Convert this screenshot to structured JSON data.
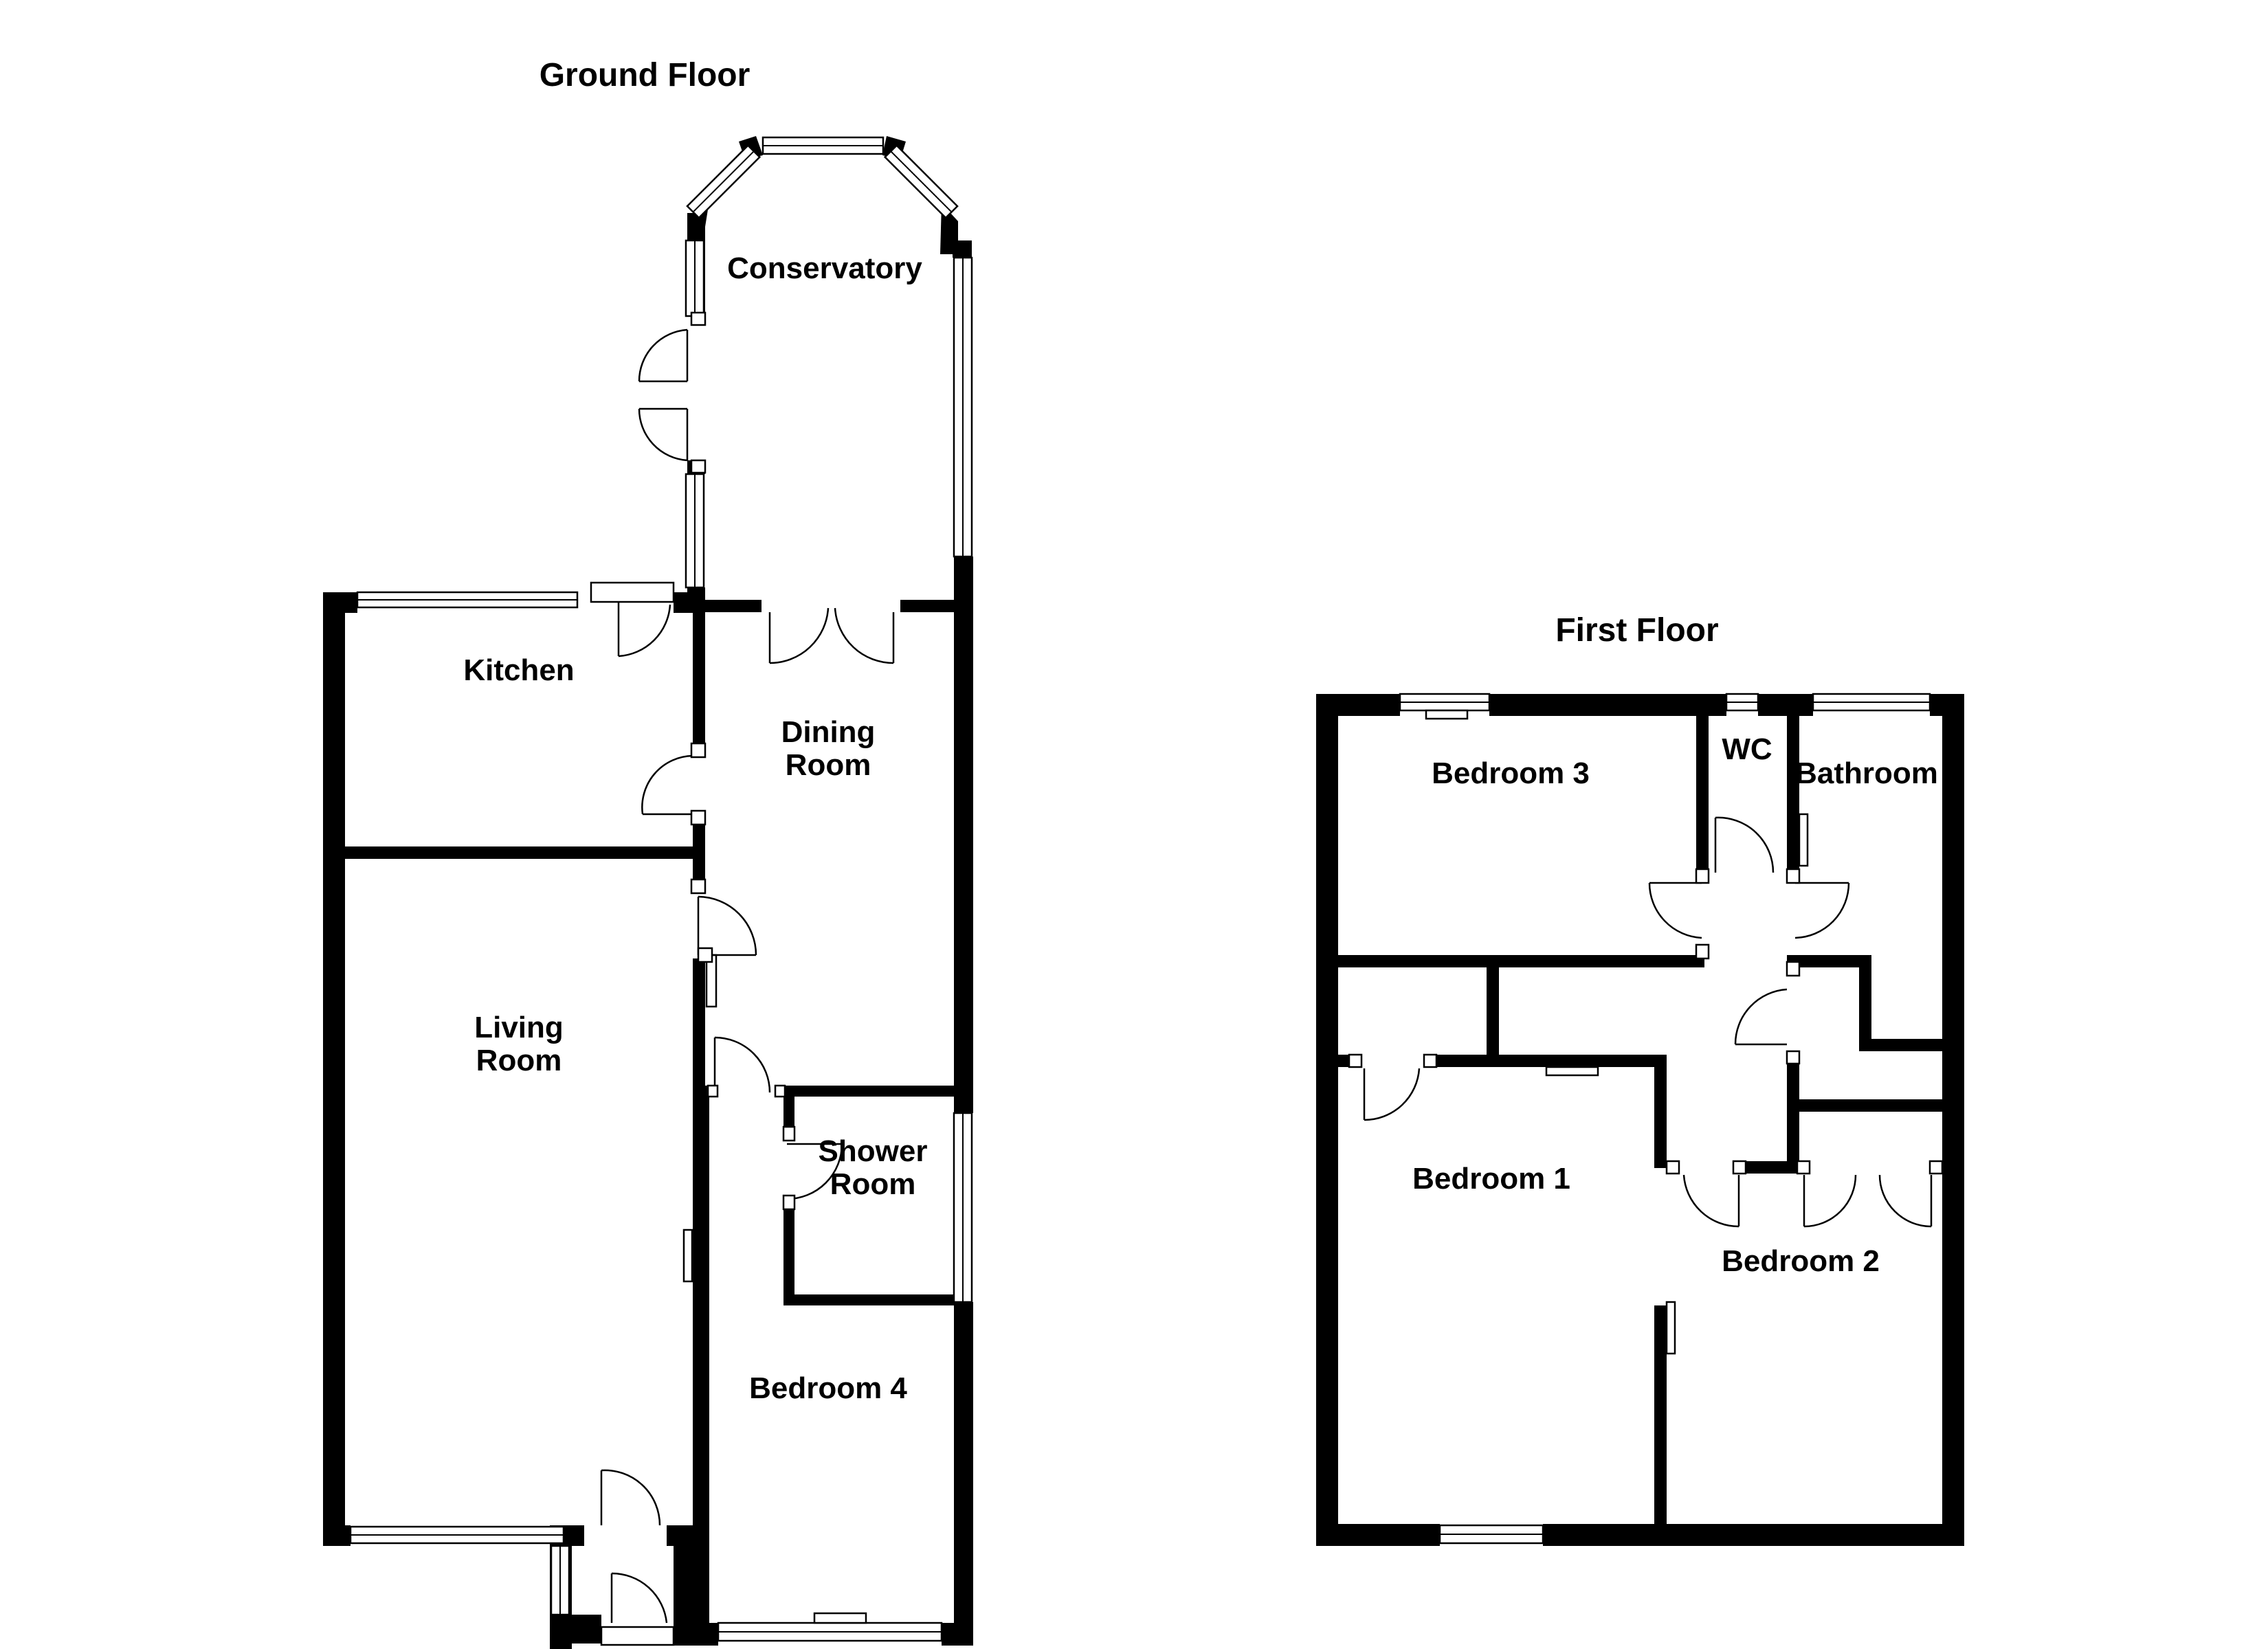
{
  "floors": {
    "ground": {
      "title": "Ground Floor",
      "rooms": {
        "conservatory": "Conservatory",
        "kitchen": "Kitchen",
        "dining_1": "Dining",
        "dining_2": "Room",
        "living_1": "Living",
        "living_2": "Room",
        "shower_1": "Shower",
        "shower_2": "Room",
        "bedroom4": "Bedroom 4"
      }
    },
    "first": {
      "title": "First Floor",
      "rooms": {
        "bedroom3": "Bedroom 3",
        "wc": "WC",
        "bathroom": "Bathroom",
        "bedroom1": "Bedroom 1",
        "bedroom2": "Bedroom 2"
      }
    }
  },
  "colors": {
    "wall": "#000000",
    "background": "#ffffff"
  }
}
